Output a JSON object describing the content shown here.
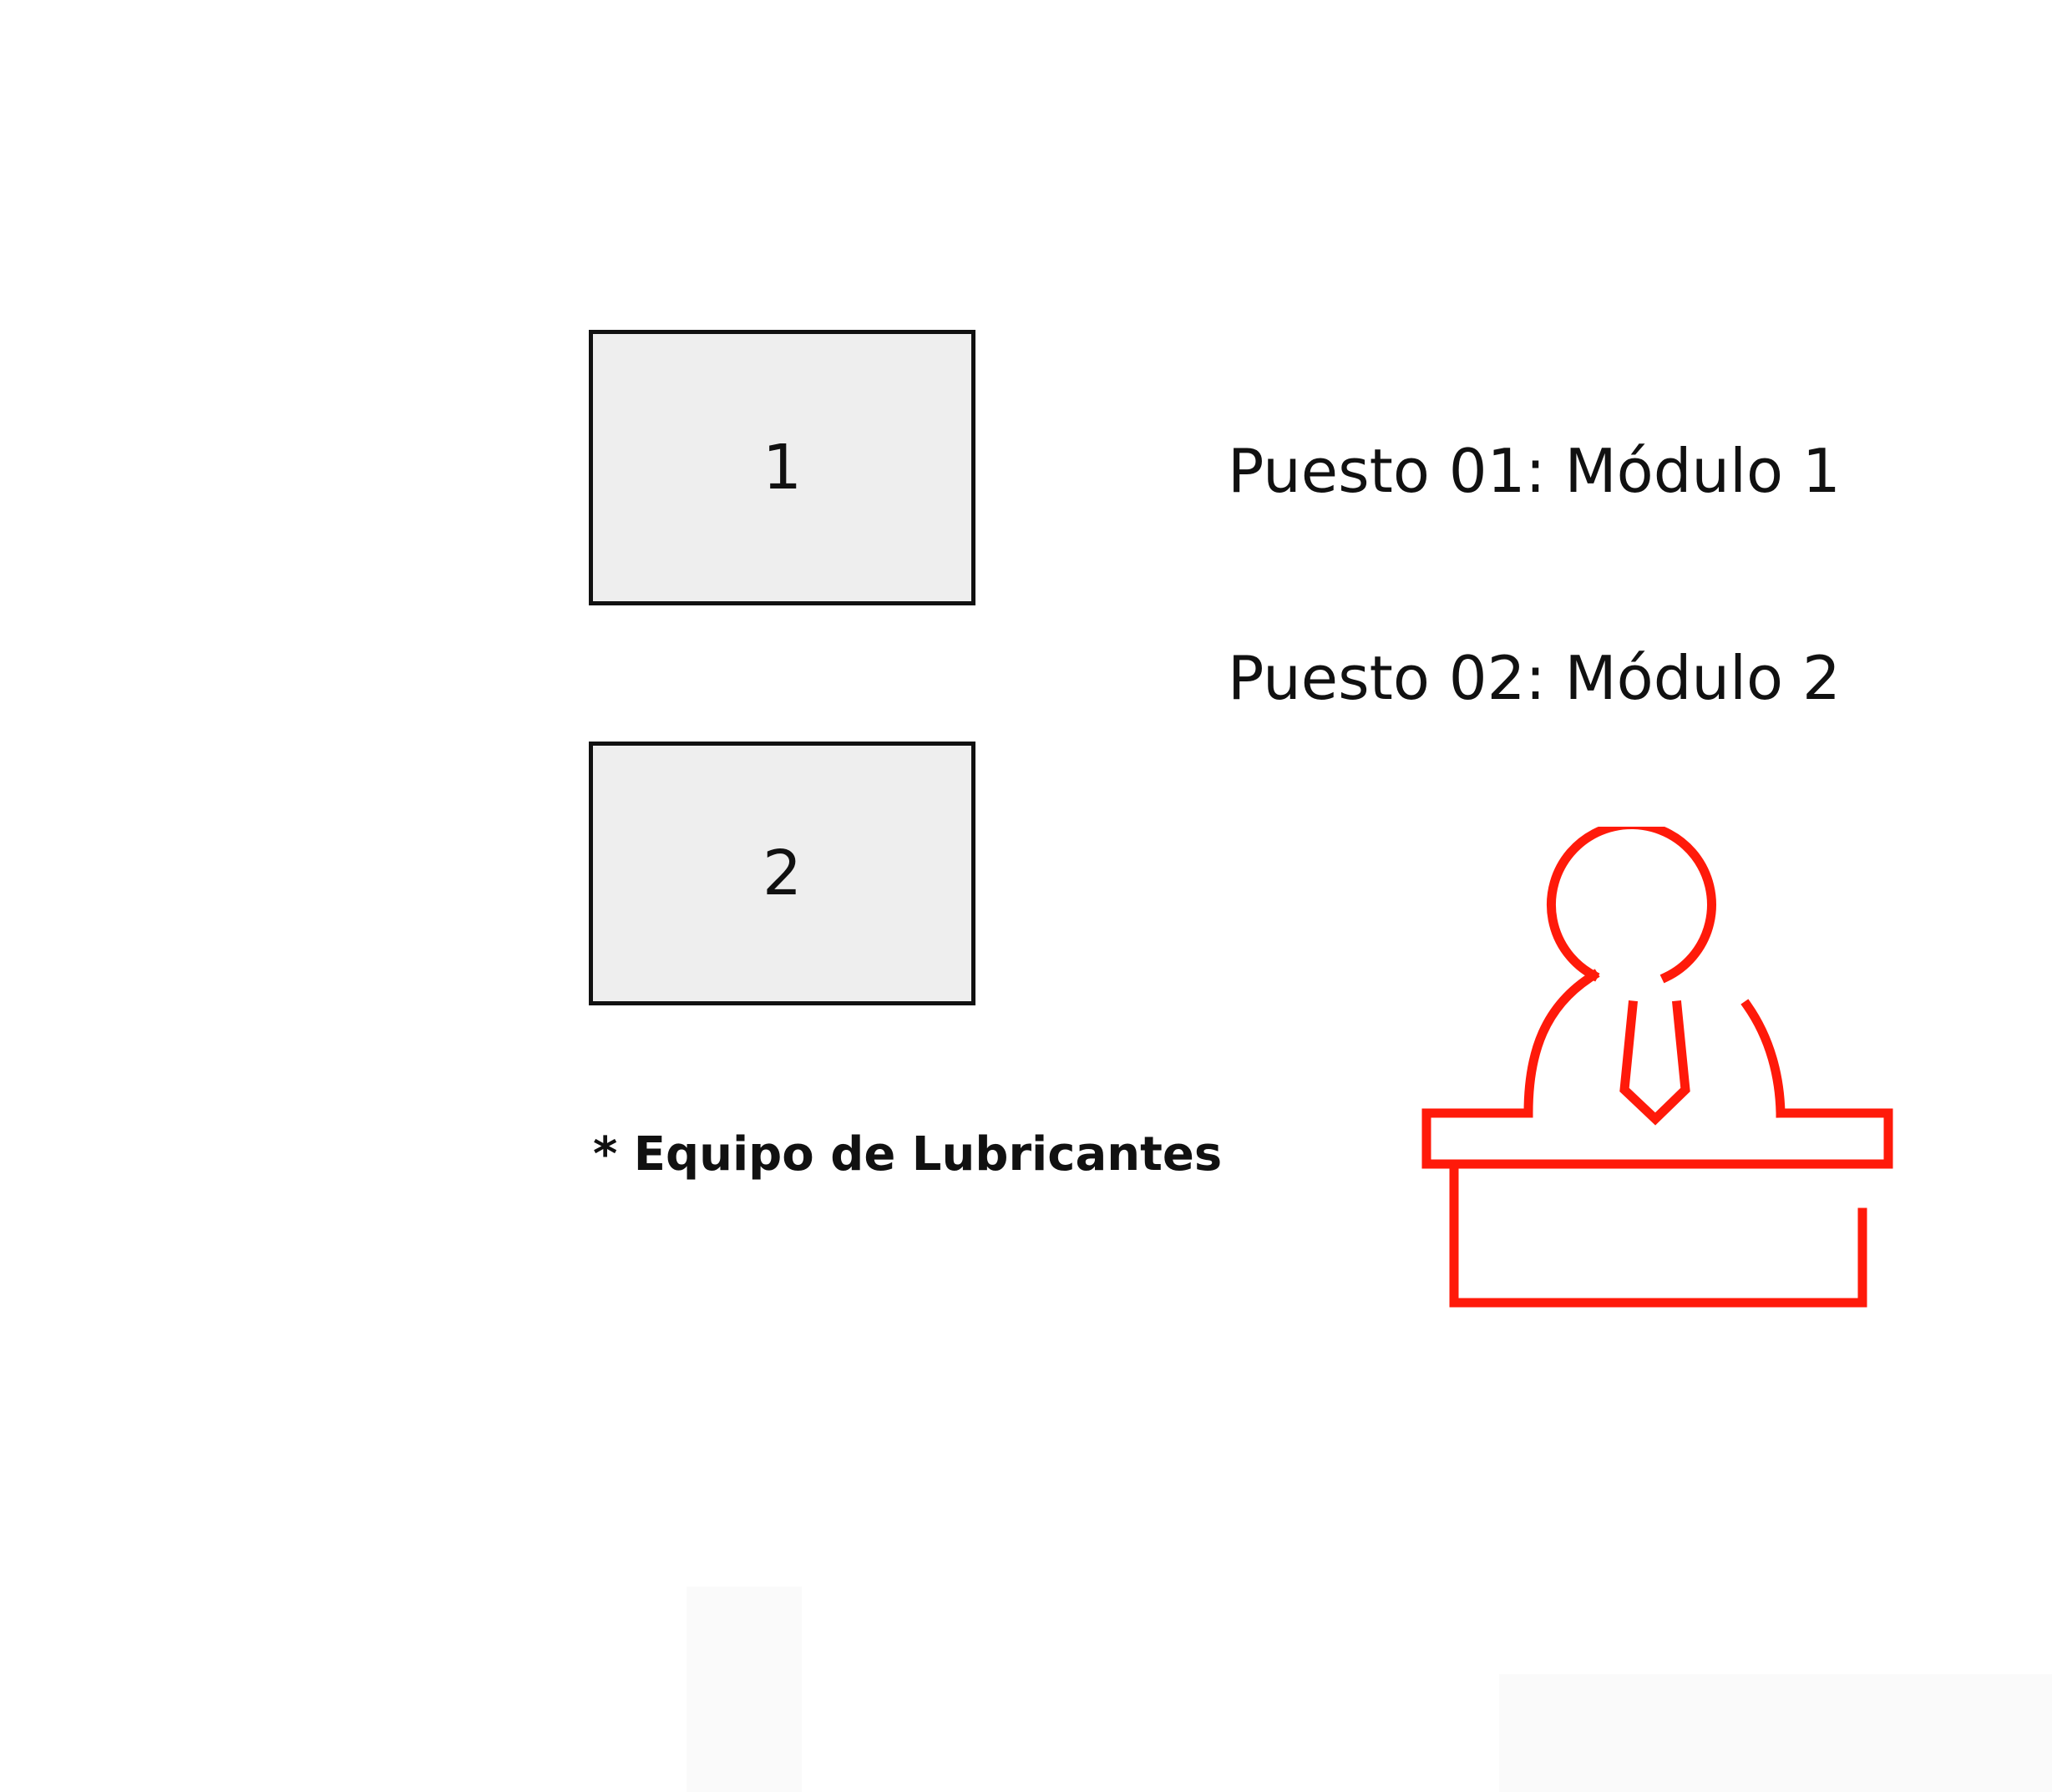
{
  "modules": [
    {
      "label": "1"
    },
    {
      "label": "2"
    }
  ],
  "legend": [
    "Puesto 01: Módulo 1",
    "Puesto 02: Módulo 2"
  ],
  "note": "* Equipo de Lubricantes",
  "icon": {
    "name": "service-agent-desk-icon",
    "color": "#ff1a0a"
  },
  "colors": {
    "box_fill": "#eeeeee",
    "box_border": "#111111",
    "text": "#111111"
  }
}
